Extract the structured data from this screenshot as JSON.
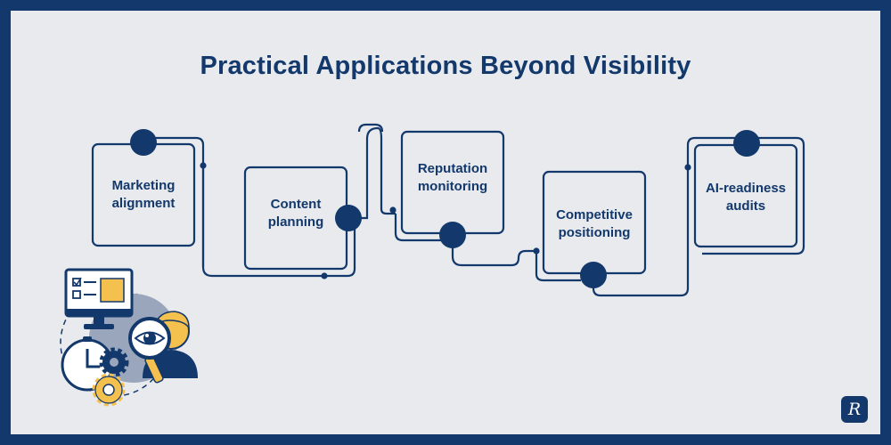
{
  "title": "Practical Applications Beyond Visibility",
  "steps": [
    {
      "label": "Marketing\nalignment"
    },
    {
      "label": "Content\nplanning"
    },
    {
      "label": "Reputation\nmonitoring"
    },
    {
      "label": "Competitive\npositioning"
    },
    {
      "label": "AI-readiness\naudits"
    }
  ],
  "logo": {
    "text": "R"
  },
  "colors": {
    "navy": "#13386b",
    "background": "#e8eaee",
    "accent": "#f4c04e",
    "muted": "#9aa6bb"
  },
  "icons": [
    "checklist-monitor-icon",
    "clock-icon",
    "gear-icon",
    "magnifier-eye-icon",
    "person-icon"
  ]
}
